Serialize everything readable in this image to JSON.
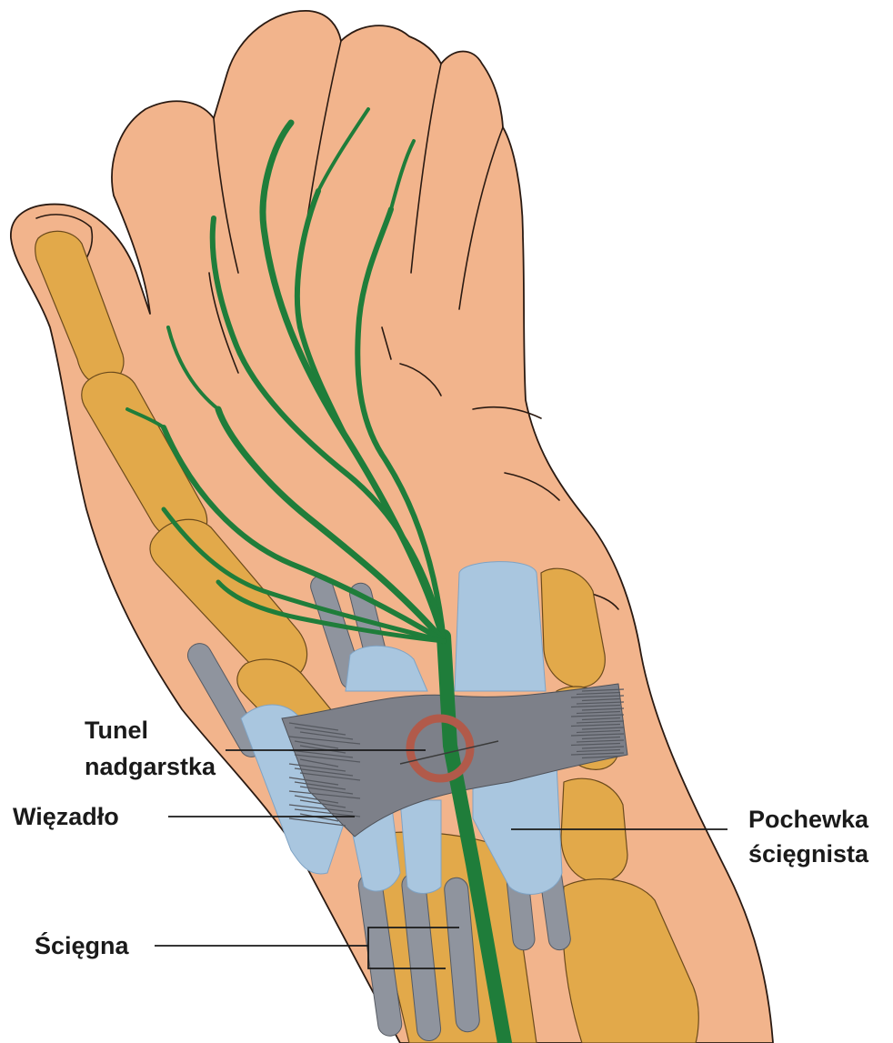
{
  "labels": {
    "tunnel_line1": "Tunel",
    "tunnel_line2": "nadgarstka",
    "ligament": "Więzadło",
    "sheath_line1": "Pochewka",
    "sheath_line2": "ścięgnista",
    "tendons": "Ścięgna"
  },
  "colors": {
    "skin": "#f2b48c",
    "bone": "#e2a94a",
    "nerve": "#1f7d3a",
    "tendon": "#8f949e",
    "sheath": "#a9c6df",
    "ligament": "#7d8089",
    "tunnel_ring": "#b15a4a"
  }
}
